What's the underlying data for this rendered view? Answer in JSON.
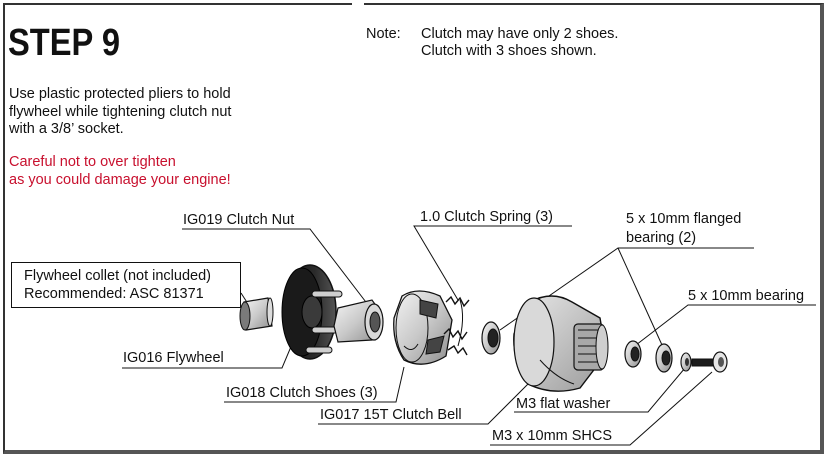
{
  "title": "STEP 9",
  "instructions": {
    "line1": "Use plastic protected pliers to hold",
    "line2": "flywheel while tightening clutch nut",
    "line3": "with a 3/8’ socket."
  },
  "warning": {
    "line1": "Careful not to over tighten",
    "line2": "as you could damage your engine!",
    "color": "#c8102e"
  },
  "note": {
    "label": "Note:",
    "line1": "Clutch may have only 2 shoes.",
    "line2": "Clutch with 3 shoes shown."
  },
  "callout": {
    "line1": "Flywheel collet (not included)",
    "line2": "Recommended: ASC 81371"
  },
  "labels": {
    "clutch_nut": "IG019 Clutch Nut",
    "clutch_spring": "1.0 Clutch Spring (3)",
    "flanged_bearing_1": "5 x 10mm flanged",
    "flanged_bearing_2": "bearing (2)",
    "bearing": "5 x 10mm bearing",
    "flywheel": "IG016 Flywheel",
    "clutch_shoes": "IG018 Clutch Shoes (3)",
    "clutch_bell": "IG017 15T Clutch Bell",
    "flat_washer": "M3 flat washer",
    "shcs": "M3 x 10mm SHCS"
  }
}
